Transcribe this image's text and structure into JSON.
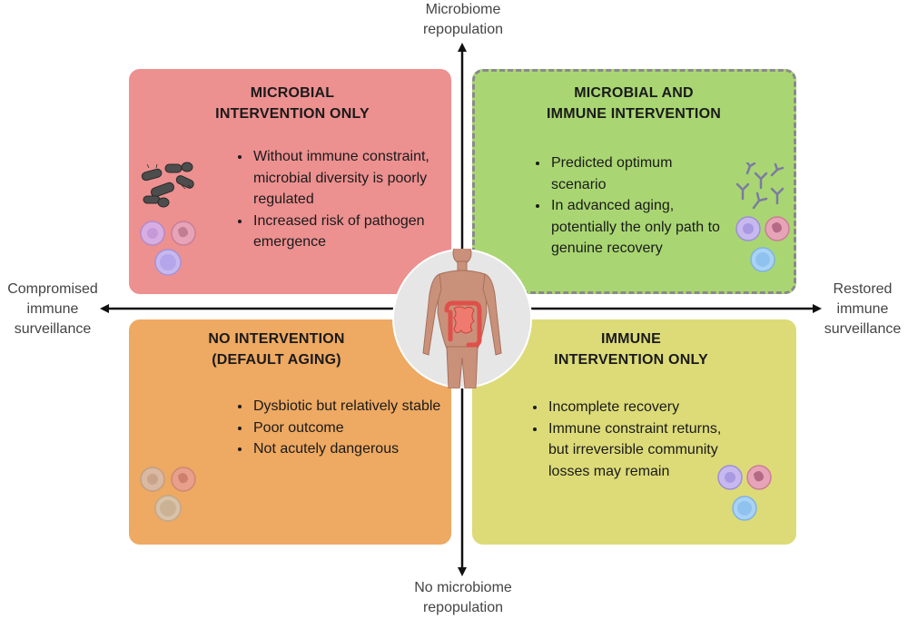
{
  "axes": {
    "top": "Microbiome\nrepopulation",
    "bottom": "No microbiome\nrepopulation",
    "left": "Compromised\nimmune\nsurveillance",
    "right": "Restored\nimmune\nsurveillance"
  },
  "quadrants": {
    "top_left": {
      "title": "MICROBIAL\nINTERVENTION ONLY",
      "bullets": [
        "Without immune constraint, microbial diversity is poorly regulated",
        "Increased risk of pathogen emergence"
      ],
      "color": "#ed9090"
    },
    "top_right": {
      "title": "MICROBIAL AND\nIMMUNE INTERVENTION",
      "bullets": [
        "Predicted optimum scenario",
        "In advanced aging, potentially the only path to genuine recovery"
      ],
      "color": "#a9d672"
    },
    "bottom_left": {
      "title": "NO INTERVENTION\n(DEFAULT AGING)",
      "bullets": [
        "Dysbiotic but relatively stable",
        "Poor outcome",
        "Not acutely dangerous"
      ],
      "color": "#eea962"
    },
    "bottom_right": {
      "title": "IMMUNE\nINTERVENTION ONLY",
      "bullets": [
        "Incomplete recovery",
        "Immune constraint returns, but irreversible community losses may remain"
      ],
      "color": "#dddb78"
    }
  },
  "icons": {
    "center": "human-body-gut-icon",
    "bacteria": "bacteria-cluster-icon",
    "immune_cells": "immune-cells-icon",
    "antibodies": "antibodies-icon"
  }
}
